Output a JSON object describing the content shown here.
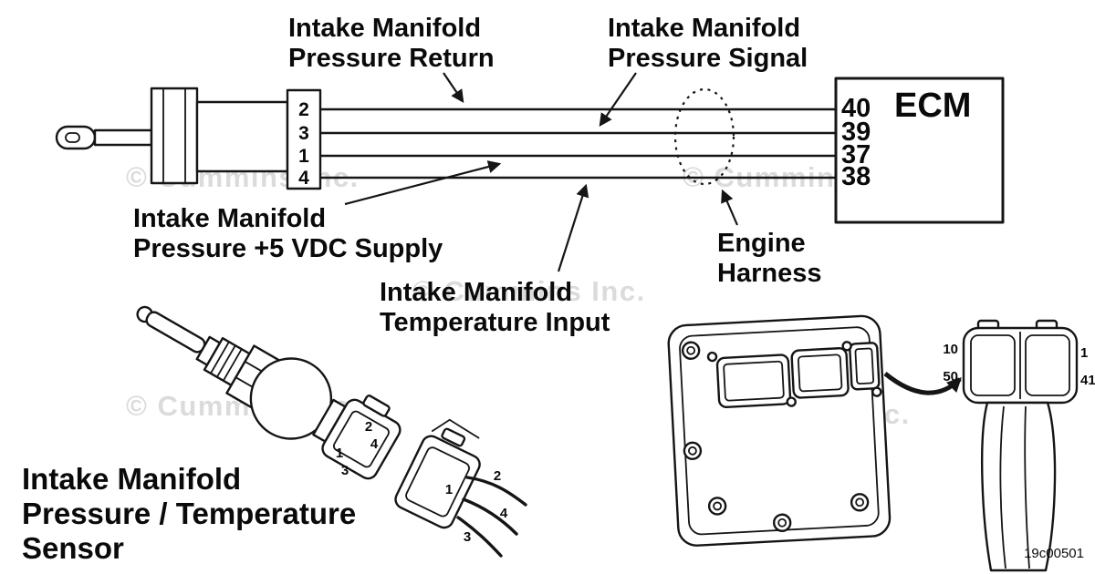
{
  "watermark": "© Cummins Inc.",
  "figure_code": "19c00501",
  "wire_labels": {
    "pressure_return": {
      "line1": "Intake Manifold",
      "line2": "Pressure Return"
    },
    "pressure_signal": {
      "line1": "Intake Manifold",
      "line2": "Pressure Signal"
    },
    "pressure_supply": {
      "line1": "Intake Manifold",
      "line2": "Pressure +5 VDC Supply"
    },
    "temperature_input": {
      "line1": "Intake Manifold",
      "line2": "Temperature Input"
    }
  },
  "engine_harness": {
    "line1": "Engine",
    "line2": "Harness"
  },
  "ecm": {
    "label": "ECM",
    "pins": [
      "40",
      "39",
      "37",
      "38"
    ]
  },
  "sensor_connector_block_pins": [
    "2",
    "3",
    "1",
    "4"
  ],
  "sensor_title": {
    "line1": "Intake Manifold",
    "line2": "Pressure / Temperature",
    "line3": "Sensor"
  },
  "sensor_face_pins": {
    "p2": "2",
    "p4": "4",
    "p1": "1",
    "p3": "3"
  },
  "harness_connector_pins": {
    "p1": "1",
    "p2": "2",
    "p4": "4",
    "p3": "3"
  },
  "ecm_connector_corner_labels": {
    "top_left": "10",
    "bottom_left": "50",
    "top_right": "1",
    "bottom_right": "41"
  }
}
